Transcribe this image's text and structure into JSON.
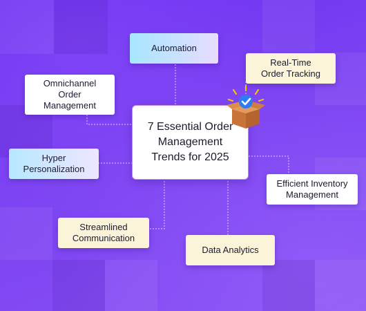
{
  "diagram": {
    "center": "7 Essential Order\nManagement\nTrends for 2025",
    "nodes": [
      {
        "id": "automation",
        "label": "Automation"
      },
      {
        "id": "real-time-tracking",
        "label": "Real-Time\nOrder Tracking"
      },
      {
        "id": "omnichannel",
        "label": "Omnichannel\nOrder\nManagement"
      },
      {
        "id": "hyper-personalization",
        "label": "Hyper\nPersonalization"
      },
      {
        "id": "efficient-inventory",
        "label": "Efficient Inventory\nManagement"
      },
      {
        "id": "streamlined-communication",
        "label": "Streamlined\nCommunication"
      },
      {
        "id": "data-analytics",
        "label": "Data Analytics"
      }
    ],
    "icon": "package-box-checkmark-icon",
    "colors": {
      "background": "#7a3df0",
      "center_border": "#c98ad6",
      "connector": "#ffffff",
      "box_icon": "#c8733a",
      "check_badge": "#2f7cf0",
      "sparkle": "#f5c400"
    }
  }
}
